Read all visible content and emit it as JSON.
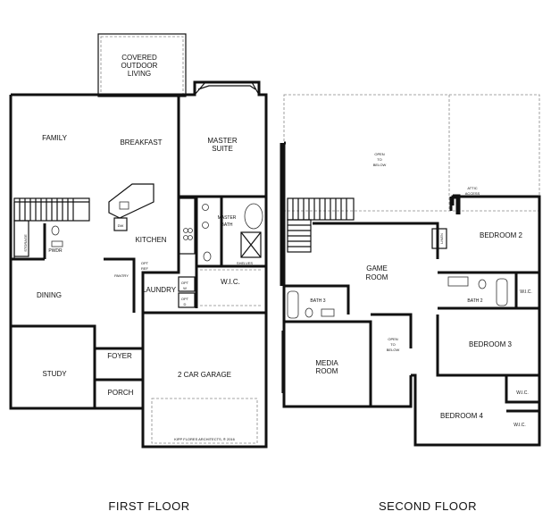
{
  "floors": {
    "first_title": "FIRST FLOOR",
    "second_title": "SECOND FLOOR"
  },
  "first": {
    "covered_1": "COVERED",
    "covered_2": "OUTDOOR",
    "covered_3": "LIVING",
    "family": "FAMILY",
    "breakfast": "BREAKFAST",
    "master_1": "MASTER",
    "master_2": "SUITE",
    "master_bath_1": "MASTER",
    "master_bath_2": "BATH",
    "kitchen": "KITCHEN",
    "dw": "DW",
    "pwdr": "PWDR",
    "storage": "STORAGE",
    "pantry": "PANTRY",
    "opt_ref_1": "OPT",
    "opt_ref_2": "REF",
    "shelves": "SHELVES",
    "wic": "W.I.C.",
    "dining": "DINING",
    "laundry": "LAUNDRY",
    "opt_w_1": "OPT",
    "opt_w_2": "W",
    "opt_d_1": "OPT",
    "opt_d_2": "D",
    "foyer": "FOYER",
    "study": "STUDY",
    "porch": "PORCH",
    "garage": "2 CAR GARAGE",
    "copyright": "KIPP FLORES ARCHITECTS, ® 2016"
  },
  "second": {
    "open_1": "OPEN",
    "open_2": "TO",
    "open_3": "BELOW",
    "attic_1": "ATTIC",
    "attic_2": "ACCESS",
    "bedroom2": "BEDROOM 2",
    "linen": "LINEN",
    "game_1": "GAME",
    "game_2": "ROOM",
    "bath3": "BATH 3",
    "bath2": "BATH 2",
    "wic_b2": "W.I.C.",
    "media_1": "MEDIA",
    "media_2": "ROOM",
    "open_s_1": "OPEN",
    "open_s_2": "TO",
    "open_s_3": "BELOW",
    "bedroom3": "BEDROOM 3",
    "wic_b3": "W.I.C.",
    "bedroom4": "BEDROOM 4",
    "wic_b4": "W.I.C."
  }
}
